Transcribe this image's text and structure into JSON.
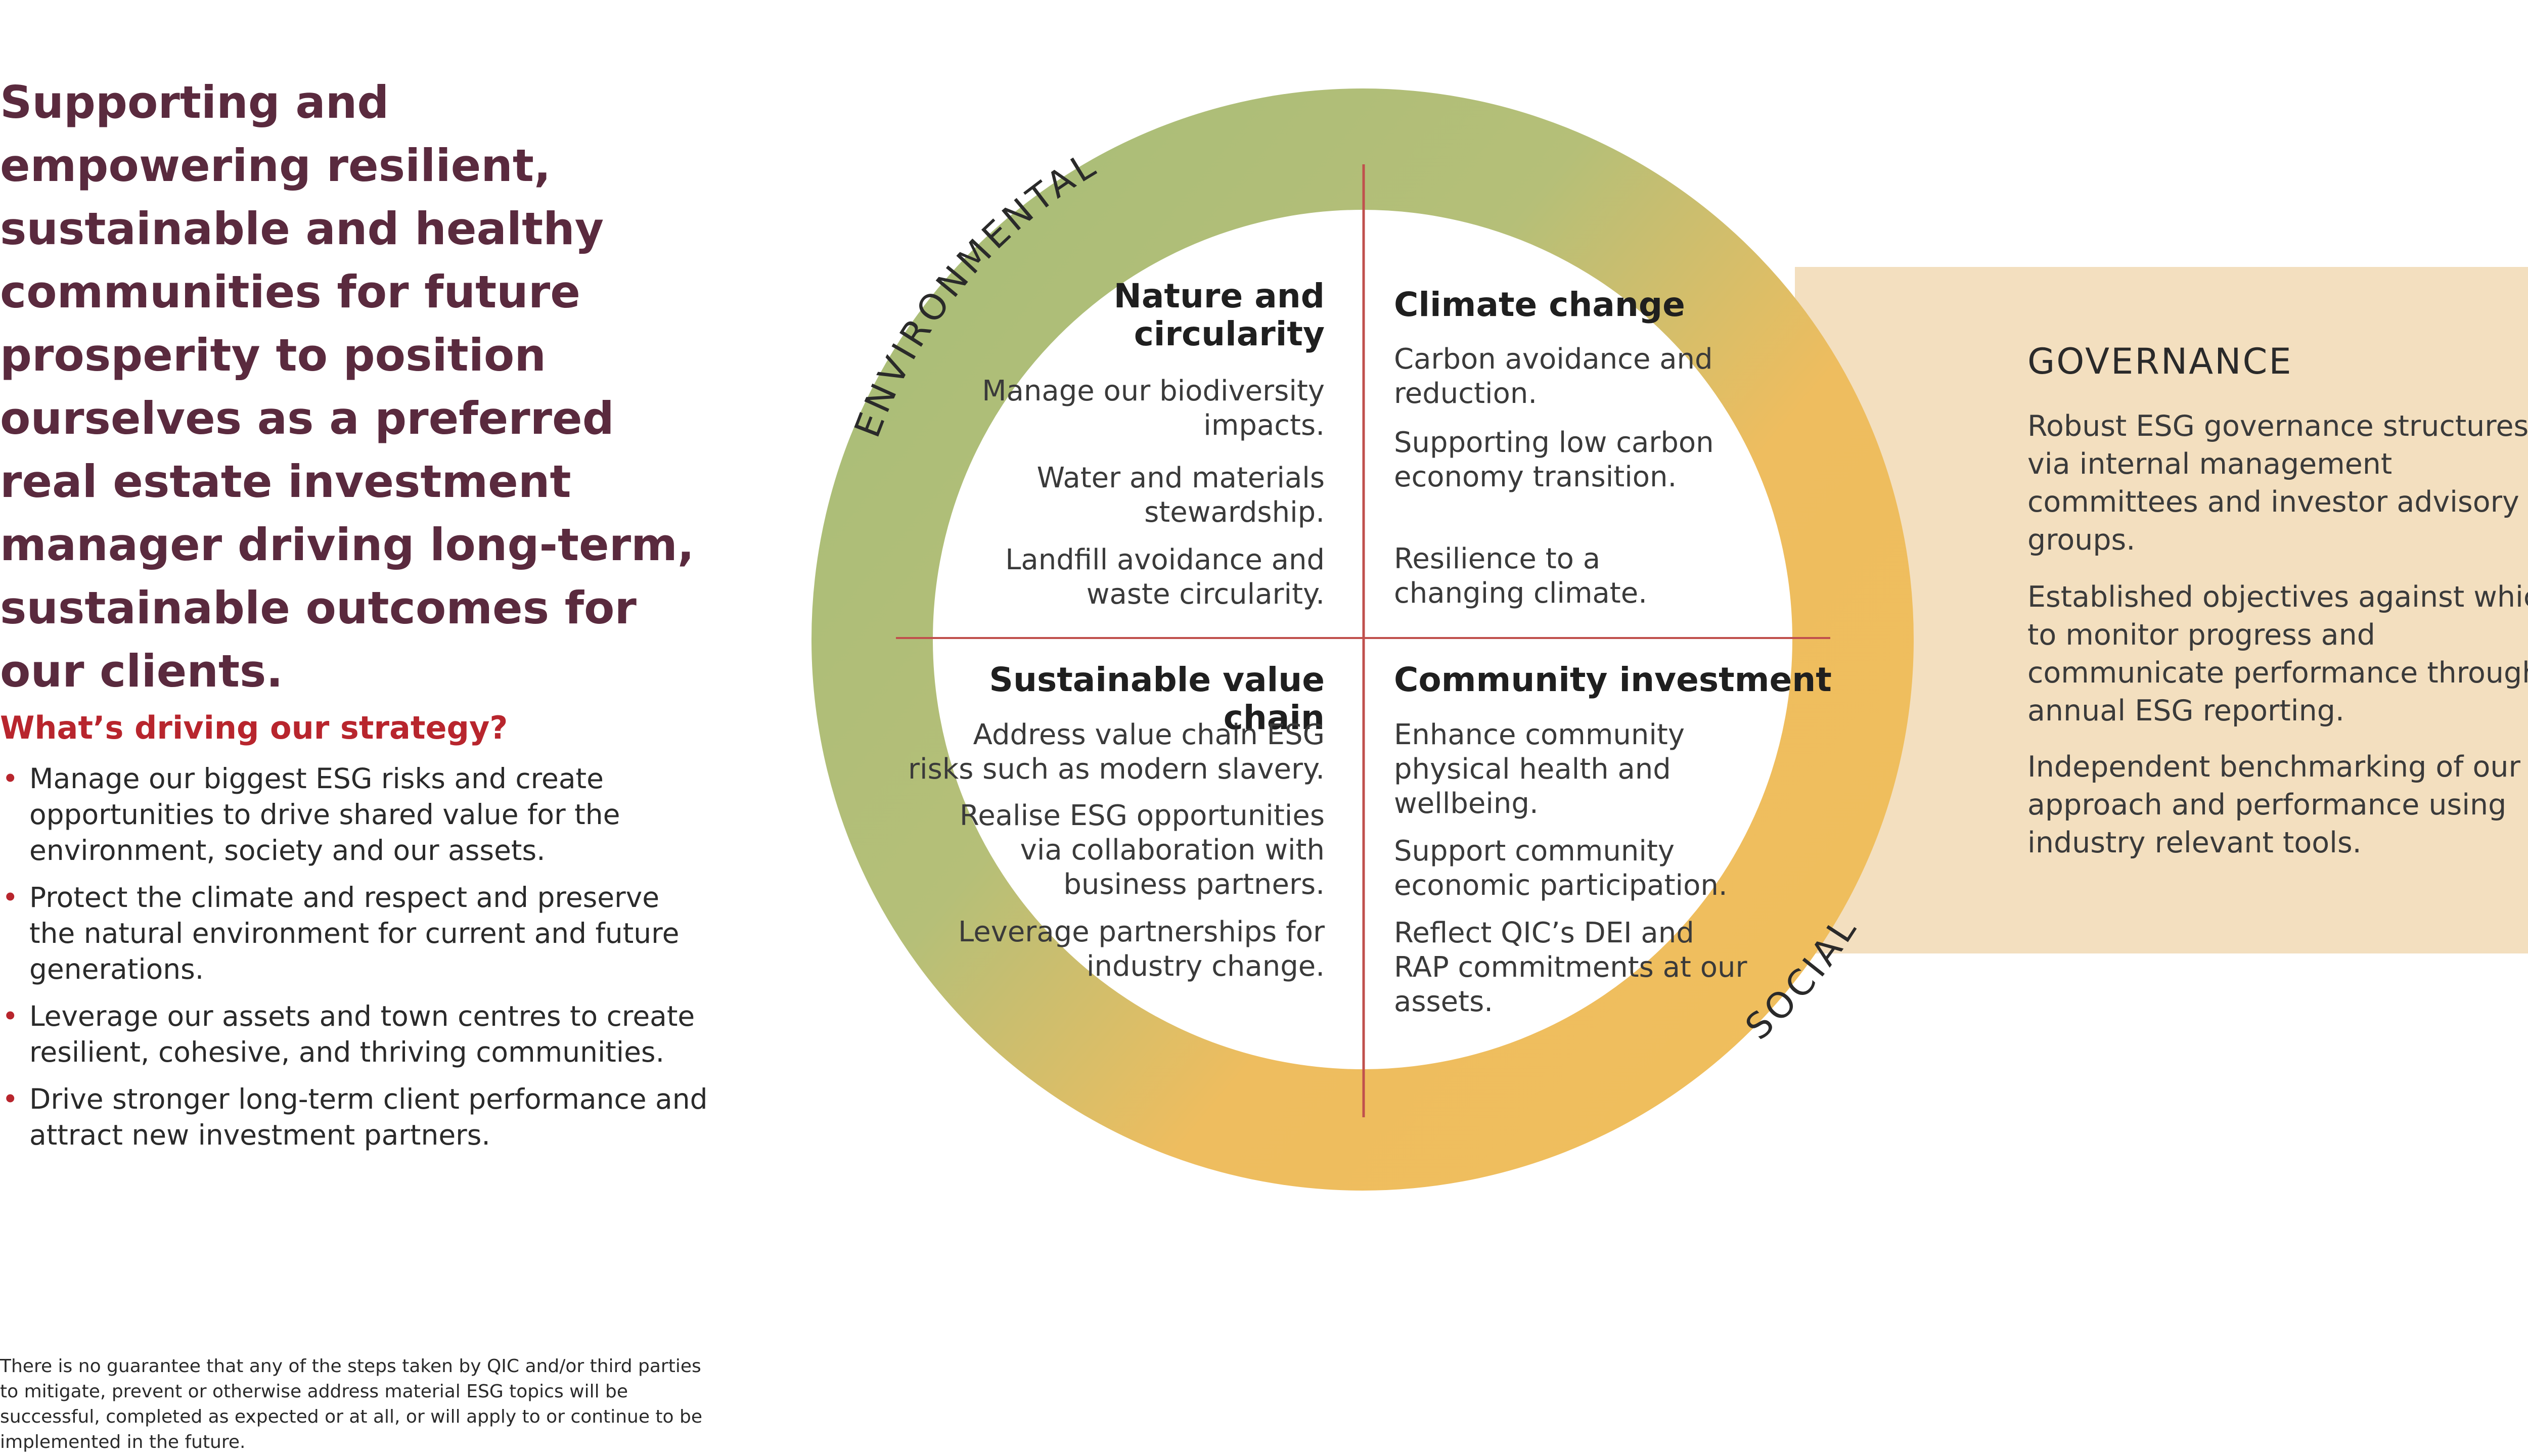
{
  "intro": {
    "text": "Supporting and empowering resilient, sustainable and healthy communities for future prosperity to position ourselves as a preferred real estate investment manager driving long-term, sustainable outcomes for our clients."
  },
  "drivers": {
    "heading": "What’s driving our strategy?",
    "bullet_char": "•",
    "items": [
      "Manage our biggest ESG risks and create opportunities to drive shared value for the environment, society and our assets.",
      "Protect the climate and respect and preserve the natural environment for current and future generations.",
      "Leverage our assets and town centres to create resilient, cohesive, and thriving communities.",
      "Drive stronger long-term client performance and attract new investment partners."
    ]
  },
  "disclaimer": "There is no guarantee that any of the steps taken by QIC and/or third parties to mitigate, prevent or otherwise address material ESG topics will be successful, completed as expected or at all, or will apply to or continue to be implemented in the future.",
  "ring": {
    "environmental_label": "ENVIRONMENTAL",
    "social_label": "SOCIAL",
    "colors": {
      "green": "#a8bd78",
      "yellow": "#f0be5c",
      "divider": "#c0504d"
    }
  },
  "quadrants": {
    "nature": {
      "title": "Nature and circularity",
      "items": [
        "Manage our biodiversity impacts.",
        "Water and materials stewardship.",
        "Landfill avoidance and waste circularity."
      ]
    },
    "climate": {
      "title": "Climate change",
      "items": [
        "Carbon avoidance and reduction.",
        "Supporting low carbon economy transition.",
        "Resilience to a changing climate."
      ]
    },
    "value_chain": {
      "title": "Sustainable value chain",
      "items": [
        "Address value chain ESG risks such as modern slavery.",
        "Realise ESG opportunities via collaboration with business partners.",
        "Leverage partnerships for industry change."
      ]
    },
    "community": {
      "title": "Community investment",
      "items": [
        "Enhance community physical health and wellbeing.",
        "Support community economic participation.",
        "Reflect QIC’s DEI and RAP commitments at our assets."
      ]
    }
  },
  "governance": {
    "title": "GOVERNANCE",
    "band_color": "#f3dfbf",
    "items": [
      "Robust ESG governance structures via internal management committees and investor advisory groups.",
      "Established objectives against which to monitor progress and communicate performance through annual ESG reporting.",
      "Independent benchmarking of our approach and performance using industry relevant tools."
    ]
  }
}
